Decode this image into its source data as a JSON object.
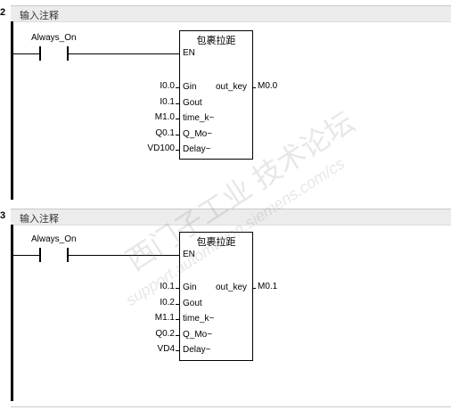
{
  "networks": [
    {
      "number": "2",
      "comment": "输入注释",
      "contact": "Always_On",
      "block": {
        "title": "包裹拉距",
        "en": "EN",
        "inputs": [
          {
            "pin": "Gin",
            "operand": "I0.0"
          },
          {
            "pin": "Gout",
            "operand": "I0.1"
          },
          {
            "pin": "time_k~",
            "operand": "M1.0"
          },
          {
            "pin": "Q_Mo~",
            "operand": "Q0.1"
          },
          {
            "pin": "Delay~",
            "operand": "VD100"
          }
        ],
        "output": {
          "pin": "out_key",
          "operand": "M0.0"
        }
      }
    },
    {
      "number": "3",
      "comment": "输入注释",
      "contact": "Always_On",
      "block": {
        "title": "包裹拉距",
        "en": "EN",
        "inputs": [
          {
            "pin": "Gin",
            "operand": "I0.1"
          },
          {
            "pin": "Gout",
            "operand": "I0.2"
          },
          {
            "pin": "time_k~",
            "operand": "M1.1"
          },
          {
            "pin": "Q_Mo~",
            "operand": "Q0.2"
          },
          {
            "pin": "Delay~",
            "operand": "VD4"
          }
        ],
        "output": {
          "pin": "out_key",
          "operand": "M0.1"
        }
      }
    }
  ],
  "watermark": {
    "line1": "西门子工业 技术论坛",
    "line2": "support.automation.siemens.com/cs"
  }
}
